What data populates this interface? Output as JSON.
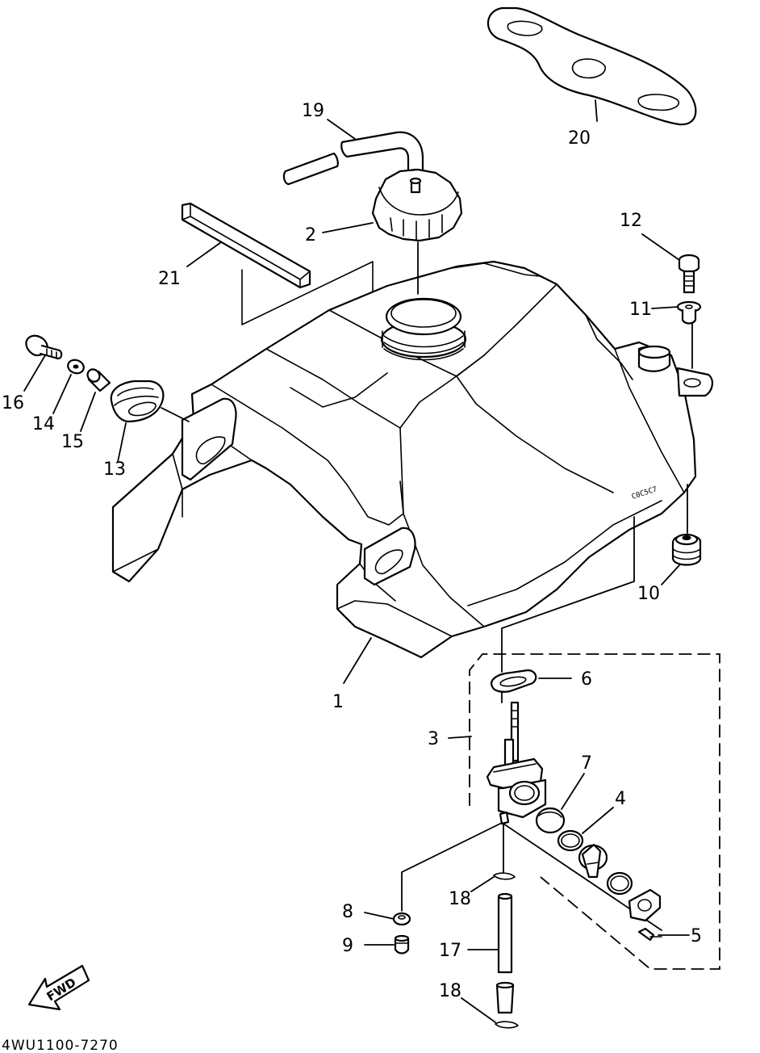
{
  "diagram_code": "4WU1100-7270",
  "fwd_label": "FWD",
  "tank_stamp": "C0C5C7",
  "callouts": [
    {
      "id": "1",
      "label": "1"
    },
    {
      "id": "2",
      "label": "2"
    },
    {
      "id": "3",
      "label": "3"
    },
    {
      "id": "4",
      "label": "4"
    },
    {
      "id": "5",
      "label": "5"
    },
    {
      "id": "6",
      "label": "6"
    },
    {
      "id": "7",
      "label": "7"
    },
    {
      "id": "8",
      "label": "8"
    },
    {
      "id": "9",
      "label": "9"
    },
    {
      "id": "10",
      "label": "10"
    },
    {
      "id": "11",
      "label": "11"
    },
    {
      "id": "12",
      "label": "12"
    },
    {
      "id": "13",
      "label": "13"
    },
    {
      "id": "14",
      "label": "14"
    },
    {
      "id": "15",
      "label": "15"
    },
    {
      "id": "16",
      "label": "16"
    },
    {
      "id": "17",
      "label": "17"
    },
    {
      "id": "18a",
      "label": "18"
    },
    {
      "id": "18b",
      "label": "18"
    },
    {
      "id": "19",
      "label": "19"
    },
    {
      "id": "20",
      "label": "20"
    },
    {
      "id": "21",
      "label": "21"
    }
  ]
}
